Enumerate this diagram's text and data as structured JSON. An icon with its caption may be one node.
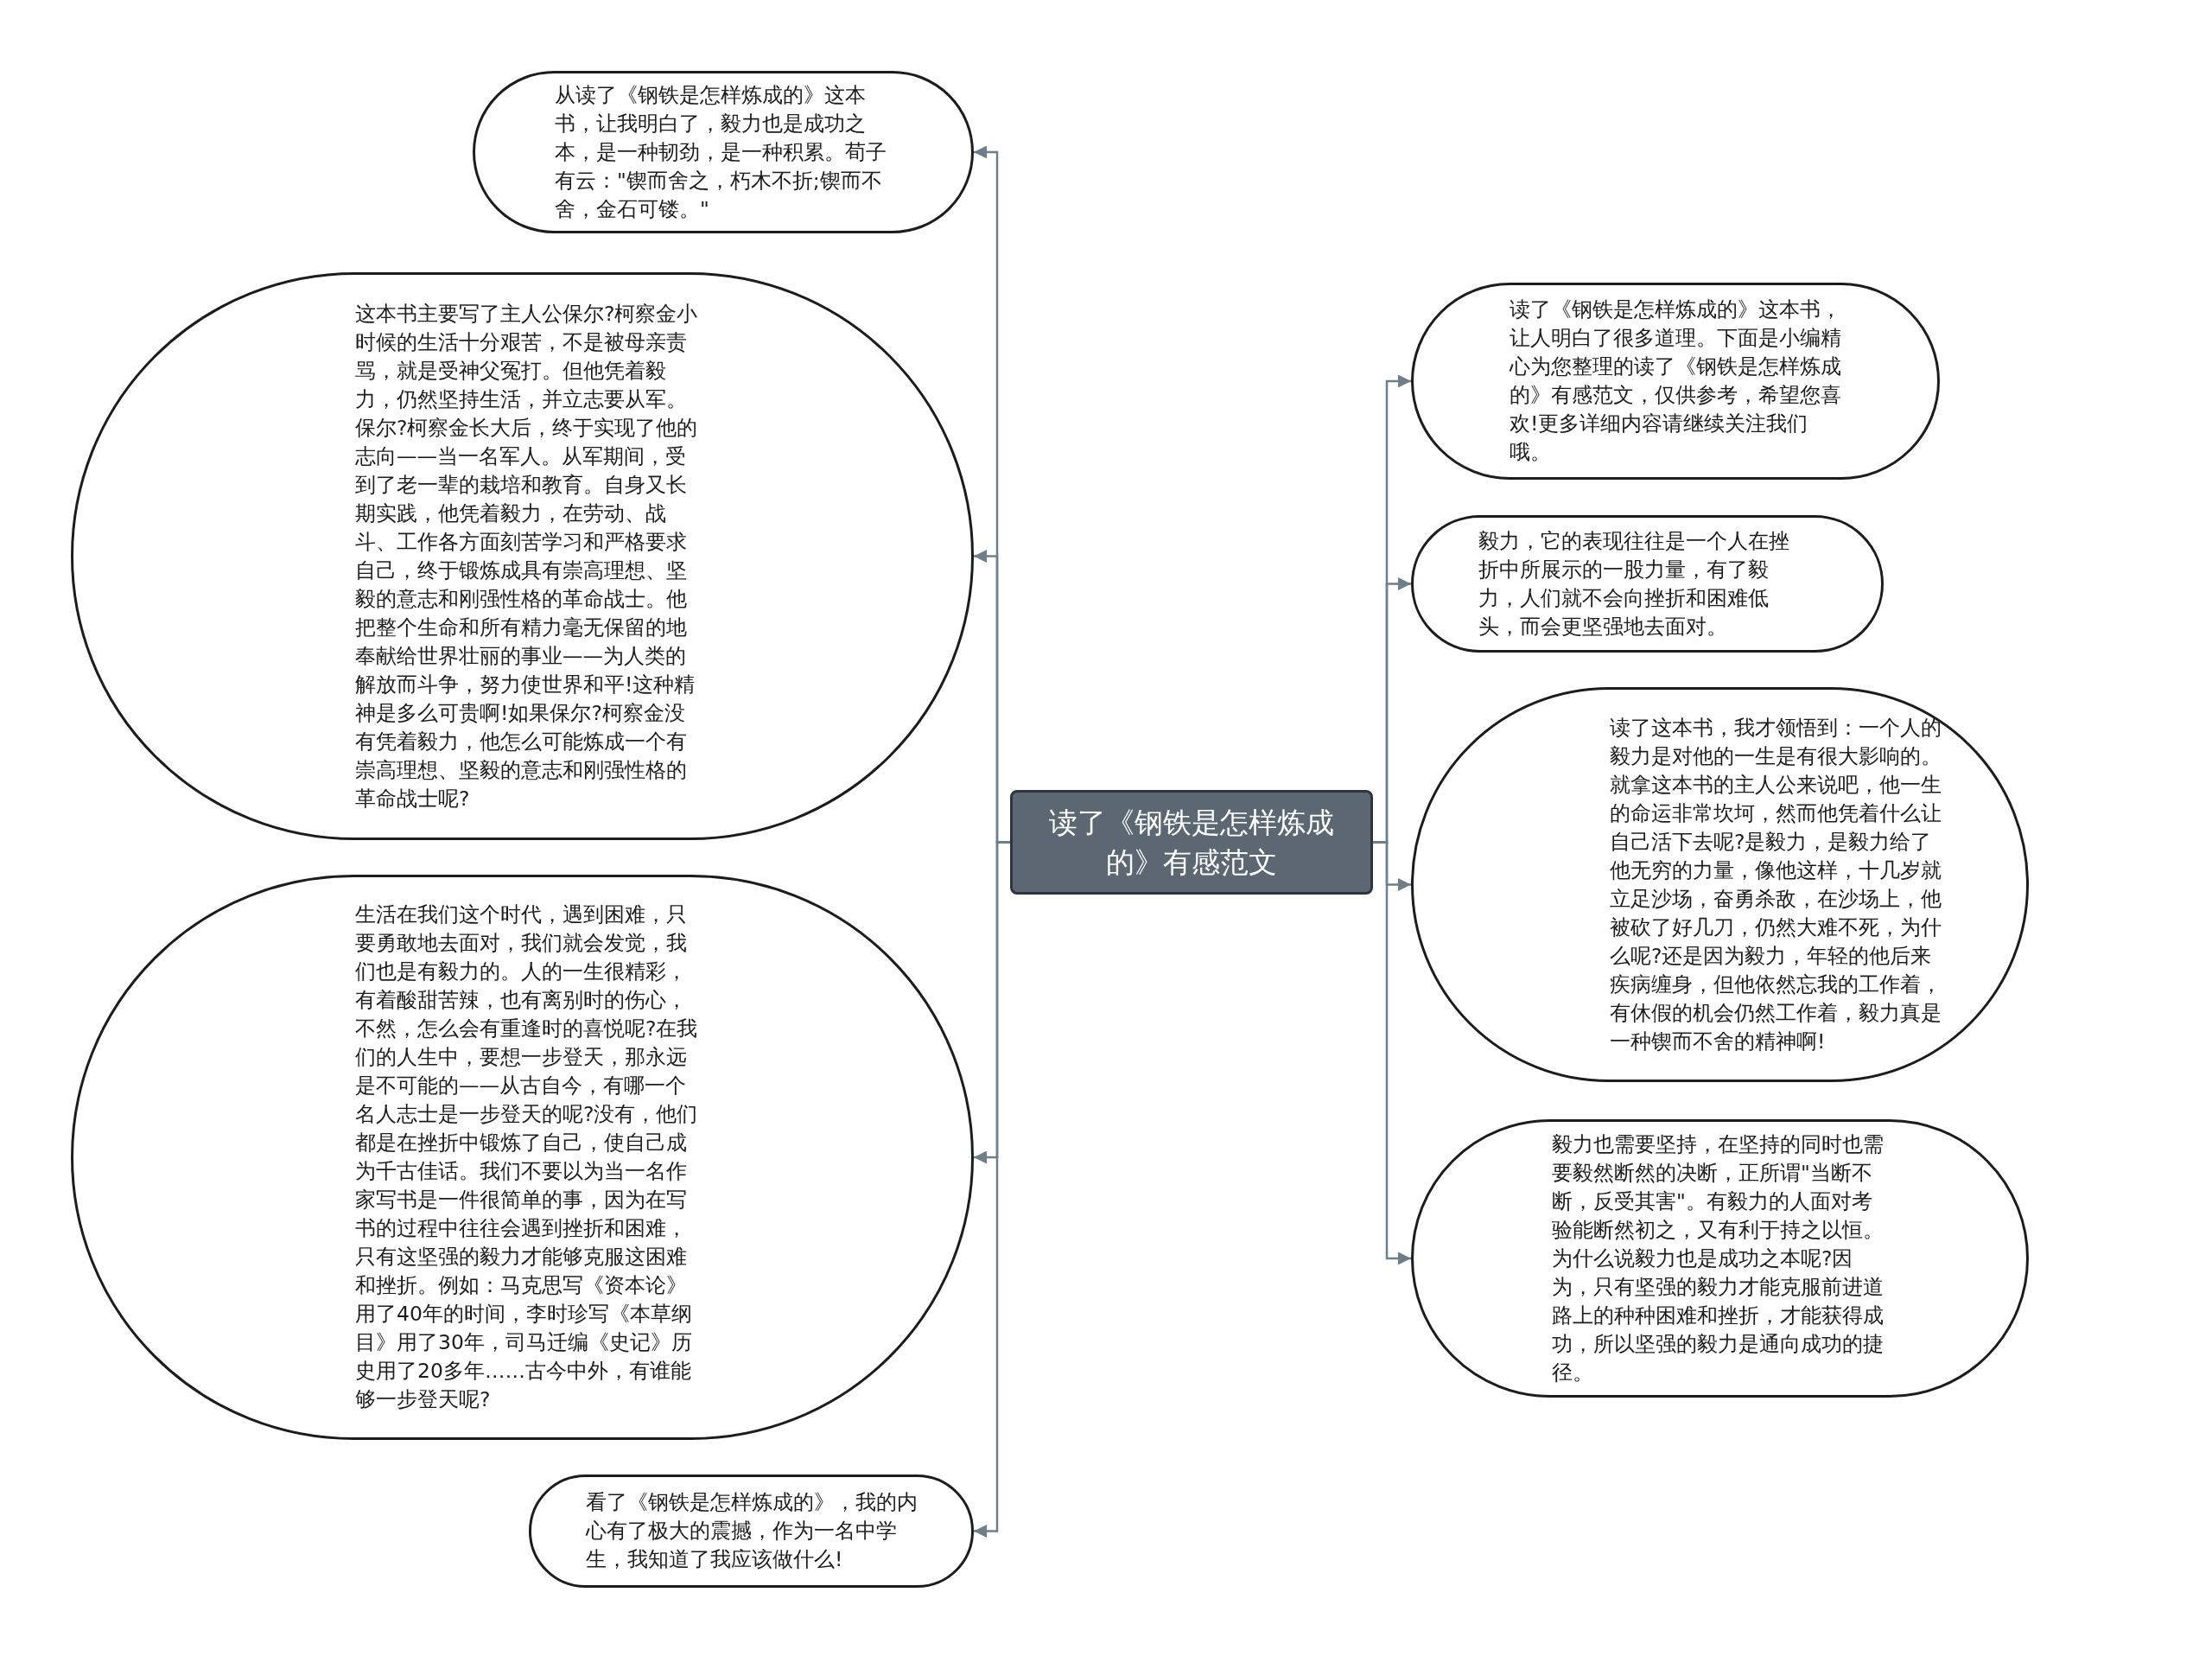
{
  "diagram": {
    "nodes": [
      {
        "text": [
          "读了《钢铁是怎样炼成的》有感范文"
        ]
      },
      {
        "text": [
          "从读了《钢铁是怎样炼成的》这本书，让我明白了，毅力也是成功之本，是一种韧劲，是一种积累。荀子有云：\"锲而舍之，朽木不折;锲而不舍，金石可镂。\""
        ]
      },
      {
        "text": [
          "这本书主要写了主人公保尔?柯察金小时候的生活十分艰苦，不是被母亲责骂，就是受神父冤打。但他凭着毅力，仍然坚持生活，并立志要从军。保尔?柯察金长大后，终于实现了他的志向——当一名军人。从军期间，受到了老一辈的栽培和教育。自身又长期实践，他凭着毅力，在劳动、战斗、工作各方面刻苦学习和严格要求自己，终于锻炼成具有崇高理想、坚毅的意志和刚强性格的革命战士。他把整个生命和所有精力毫无保留的地奉献给世界壮丽的事业——为人类的解放而斗争，努力使世界和平!这种精神是多么可贵啊!如果保尔?柯察金没有凭着毅力，他怎么可能炼成一个有崇高理想、坚毅的意志和刚强性格的革命战士呢?"
        ]
      },
      {
        "text": [
          "生活在我们这个时代，遇到困难，只要勇敢地去面对，我们就会发觉，我们也是有毅力的。人的一生很精彩，有着酸甜苦辣，也有离别时的伤心，不然，怎么会有重逢时的喜悦呢?在我们的人生中，要想一步登天，那永远是不可能的——从古自今，有哪一个名人志士是一步登天的呢?没有，他们都是在挫折中锻炼了自己，使自己成为千古佳话。我们不要以为当一名作家写书是一件很简单的事，因为在写书的过程中往往会遇到挫折和困难，只有这坚强的毅力才能够克服这困难和挫折。例如：马克思写《资本论》用了40年的时间，李时珍写《本草纲目》用了30年，司马迁编《史记》历史用了20多年……古今中外，有谁能够一步登天呢?"
        ]
      },
      {
        "text": [
          "看了《钢铁是怎样炼成的》，我的内心有了极大的震撼，作为一名中学生，我知道了我应该做什么!"
        ]
      },
      {
        "text": [
          "读了《钢铁是怎样炼成的》这本书，让人明白了很多道理。下面是小编精心为您整理的读了《钢铁是怎样炼成的》有感范文，仅供参考，希望您喜欢!更多详细内容请继续关注我们哦。"
        ]
      },
      {
        "text": [
          "毅力，它的表现往往是一个人在挫折中所展示的一股力量，有了毅力，人们就不会向挫折和困难低头，而会更坚强地去面对。"
        ]
      },
      {
        "text": [
          "读了这本书，我才领悟到：一个人的毅力是对他的一生是有很大影响的。就拿这本书的主人公来说吧，他一生的命运非常坎坷，然而他凭着什么让自己活下去呢?是毅力，是毅力给了他无穷的力量，像他这样，十几岁就立足沙场，奋勇杀敌，在沙场上，他被砍了好几刀，仍然大难不死，为什么呢?还是因为毅力，年轻的他后来疾病缠身，但他依然忘我的工作着，有休假的机会仍然工作着，毅力真是一种锲而不舍的精神啊!"
        ]
      },
      {
        "text": [
          "毅力也需要坚持，在坚持的同时也需要毅然断然的决断，正所谓\"当断不断，反受其害\"。有毅力的人面对考验能断然初之，又有利于持之以恒。为什么说毅力也是成功之本呢?因为，只有坚强的毅力才能克服前进道路上的种种困难和挫折，才能获得成功，所以坚强的毅力是通向成功的捷径。"
        ]
      }
    ],
    "edges": [
      {
        "from": 0,
        "to": 1,
        "arrow": "to"
      },
      {
        "from": 0,
        "to": 2,
        "arrow": "to"
      },
      {
        "from": 0,
        "to": 3,
        "arrow": "to"
      },
      {
        "from": 0,
        "to": 4,
        "arrow": "to"
      },
      {
        "from": 0,
        "to": 5,
        "arrow": "to"
      },
      {
        "from": 0,
        "to": 6,
        "arrow": "to"
      },
      {
        "from": 0,
        "to": 7,
        "arrow": "to"
      },
      {
        "from": 0,
        "to": 8,
        "arrow": "to"
      }
    ]
  }
}
